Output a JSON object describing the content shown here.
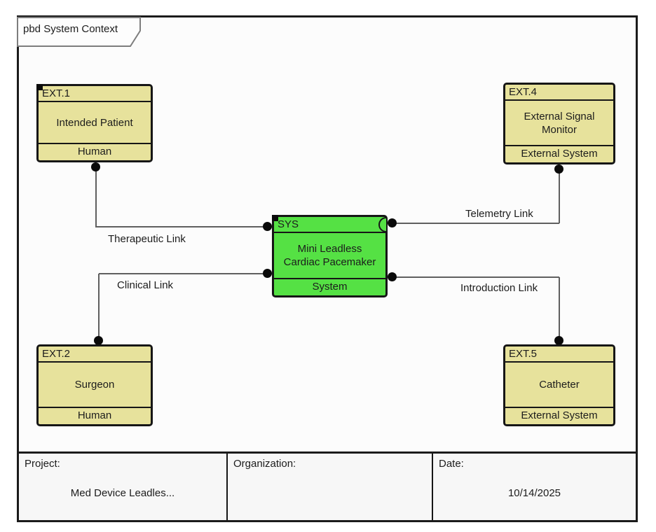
{
  "frame": {
    "tab_label": "pbd System Context"
  },
  "colors": {
    "external_fill": "#e7e29c",
    "system_fill": "#55e144"
  },
  "blocks": {
    "ext1": {
      "id": "EXT.1",
      "name": "Intended Patient",
      "stereotype": "Human"
    },
    "ext2": {
      "id": "EXT.2",
      "name": "Surgeon",
      "stereotype": "Human"
    },
    "ext4": {
      "id": "EXT.4",
      "name": "External Signal Monitor",
      "stereotype": "External System"
    },
    "ext5": {
      "id": "EXT.5",
      "name": "Catheter",
      "stereotype": "External System"
    },
    "sys": {
      "id": "SYS",
      "name": "Mini Leadless Cardiac Pacemaker",
      "stereotype": "System"
    }
  },
  "links": {
    "therapeutic": "Therapeutic Link",
    "clinical": "Clinical Link",
    "telemetry": "Telemetry Link",
    "introduction": "Introduction Link"
  },
  "titleblock": {
    "project_label": "Project:",
    "project_value": "Med Device Leadles...",
    "organization_label": "Organization:",
    "date_label": "Date:",
    "date_value": "10/14/2025"
  }
}
